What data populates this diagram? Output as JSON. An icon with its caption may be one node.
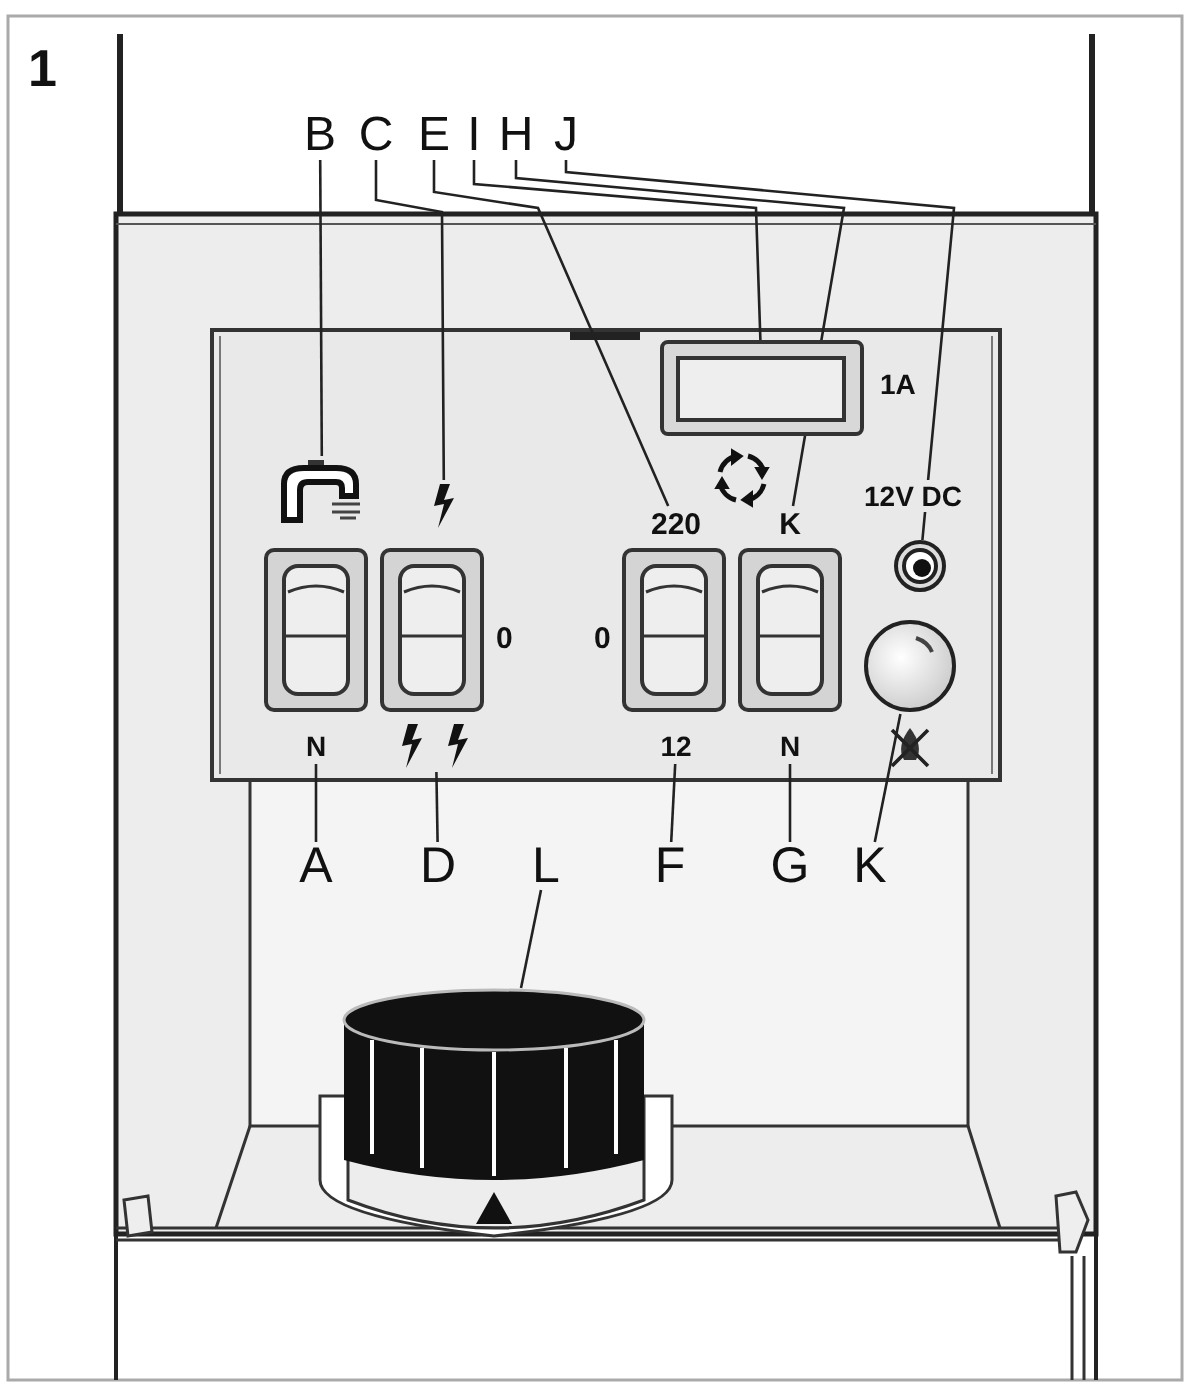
{
  "diagram": {
    "nodes": [
      {
        "text": [
          "B"
        ]
      },
      {
        "text": [
          "C"
        ]
      },
      {
        "text": [
          "E"
        ]
      },
      {
        "text": [
          "I"
        ]
      },
      {
        "text": [
          "H"
        ]
      },
      {
        "text": [
          "J"
        ]
      },
      {
        "text": [],
        "shape": "box"
      },
      {
        "text": [],
        "shape": "picture"
      },
      {
        "text": [],
        "shape": "picture"
      },
      {
        "text": [
          "220"
        ]
      },
      {
        "text": [
          "K"
        ]
      },
      {
        "text": [],
        "shape": "circle"
      },
      {
        "text": [
          "N"
        ]
      },
      {
        "text": [],
        "shape": "picture"
      },
      {
        "text": [
          "12"
        ]
      },
      {
        "text": [
          "N"
        ]
      },
      {
        "text": [],
        "shape": "circle"
      },
      {
        "text": [
          "A"
        ]
      },
      {
        "text": [
          "D"
        ]
      },
      {
        "text": [
          "F"
        ]
      },
      {
        "text": [
          "G"
        ]
      },
      {
        "text": [
          "K"
        ]
      },
      {
        "text": [
          "L"
        ]
      },
      {
        "text": [],
        "shape": "cylinder"
      }
    ],
    "edges": [
      {
        "from": 0,
        "to": 7,
        "arrow": "none"
      },
      {
        "from": 1,
        "to": 8,
        "arrow": "none"
      },
      {
        "from": 2,
        "to": 9,
        "arrow": "none"
      },
      {
        "from": 3,
        "to": 6,
        "arrow": "none"
      },
      {
        "from": 4,
        "to": 10,
        "arrow": "none"
      },
      {
        "from": 5,
        "to": 11,
        "arrow": "none"
      },
      {
        "from": 17,
        "to": 12,
        "arrow": "none"
      },
      {
        "from": 18,
        "to": 13,
        "arrow": "none"
      },
      {
        "from": 19,
        "to": 14,
        "arrow": "none"
      },
      {
        "from": 20,
        "to": 15,
        "arrow": "none"
      },
      {
        "from": 21,
        "to": 16,
        "arrow": "none"
      },
      {
        "from": 22,
        "to": 23,
        "arrow": "none"
      }
    ],
    "labels": [
      "1",
      "1A",
      "12V DC",
      "0",
      "0"
    ]
  }
}
